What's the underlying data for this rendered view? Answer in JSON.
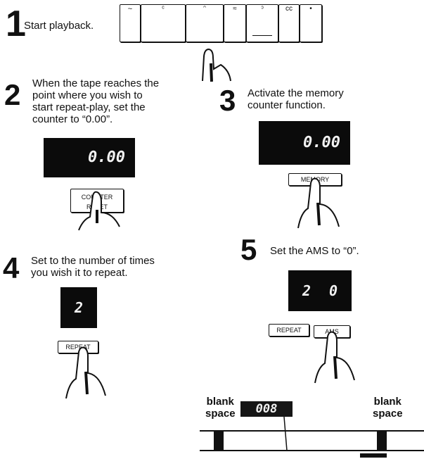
{
  "steps": {
    "s1": {
      "number": "1",
      "text": "Start playback."
    },
    "s2": {
      "number": "2",
      "lines": [
        "When the tape reaches the",
        "point where you wish to",
        "start repeat-play, set the",
        "counter to “0.00”."
      ]
    },
    "s3": {
      "number": "3",
      "lines": [
        "Activate the memory",
        "counter function."
      ]
    },
    "s4": {
      "number": "4",
      "lines": [
        "Set to the number of times",
        "you wish it to repeat."
      ]
    },
    "s5": {
      "number": "5",
      "text": "Set the AMS to “0”."
    }
  },
  "displays": {
    "counter": "0.00",
    "memory": "0.00",
    "repeat_count": "2",
    "ams_left": "2",
    "ams_right": "0",
    "tape_counter": "008"
  },
  "buttons": {
    "counter_reset": [
      "COUNTER",
      "RESET"
    ],
    "memory": "MEMORY",
    "repeat_4": "REPEAT",
    "repeat_5": "REPEAT",
    "ams": "AMS"
  },
  "tape_labels": {
    "left": [
      "blank",
      "space"
    ],
    "right": [
      "blank",
      "space"
    ]
  }
}
